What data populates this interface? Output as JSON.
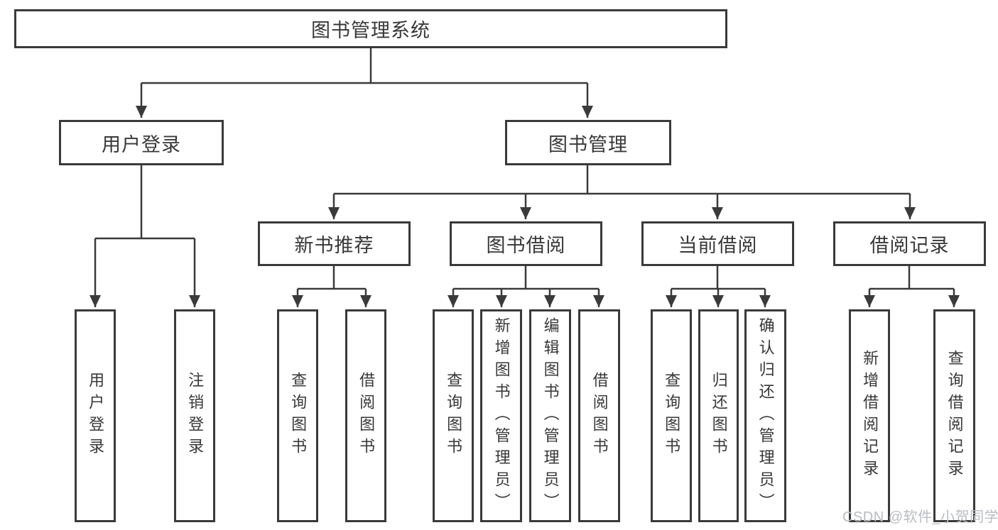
{
  "colors": {
    "border": "#3a3a3a",
    "line": "#3a3a3a",
    "text": "#383838",
    "background": "#ffffff",
    "watermark_color": "#b9bcc2"
  },
  "tree": {
    "root": {
      "label": "图书管理系统"
    },
    "level2": [
      {
        "label": "用户登录"
      },
      {
        "label": "图书管理"
      }
    ],
    "level3": [
      {
        "label": "新书推荐"
      },
      {
        "label": "图书借阅"
      },
      {
        "label": "当前借阅"
      },
      {
        "label": "借阅记录"
      }
    ],
    "leaves": {
      "user_login": [
        "用户登录",
        "注销登录"
      ],
      "new_books": [
        "查询图书",
        "借阅图书"
      ],
      "book_borrow": [
        "查询图书",
        "新增图书（管理员）",
        "编辑图书（管理员）",
        "借阅图书"
      ],
      "current_borrow": [
        "查询图书",
        "归还图书",
        "确认归还（管理员）"
      ],
      "borrow_records": [
        "新增借阅记录",
        "查询借阅记录"
      ]
    }
  },
  "watermark": {
    "text": "CSDN @软件_小贺同学"
  }
}
